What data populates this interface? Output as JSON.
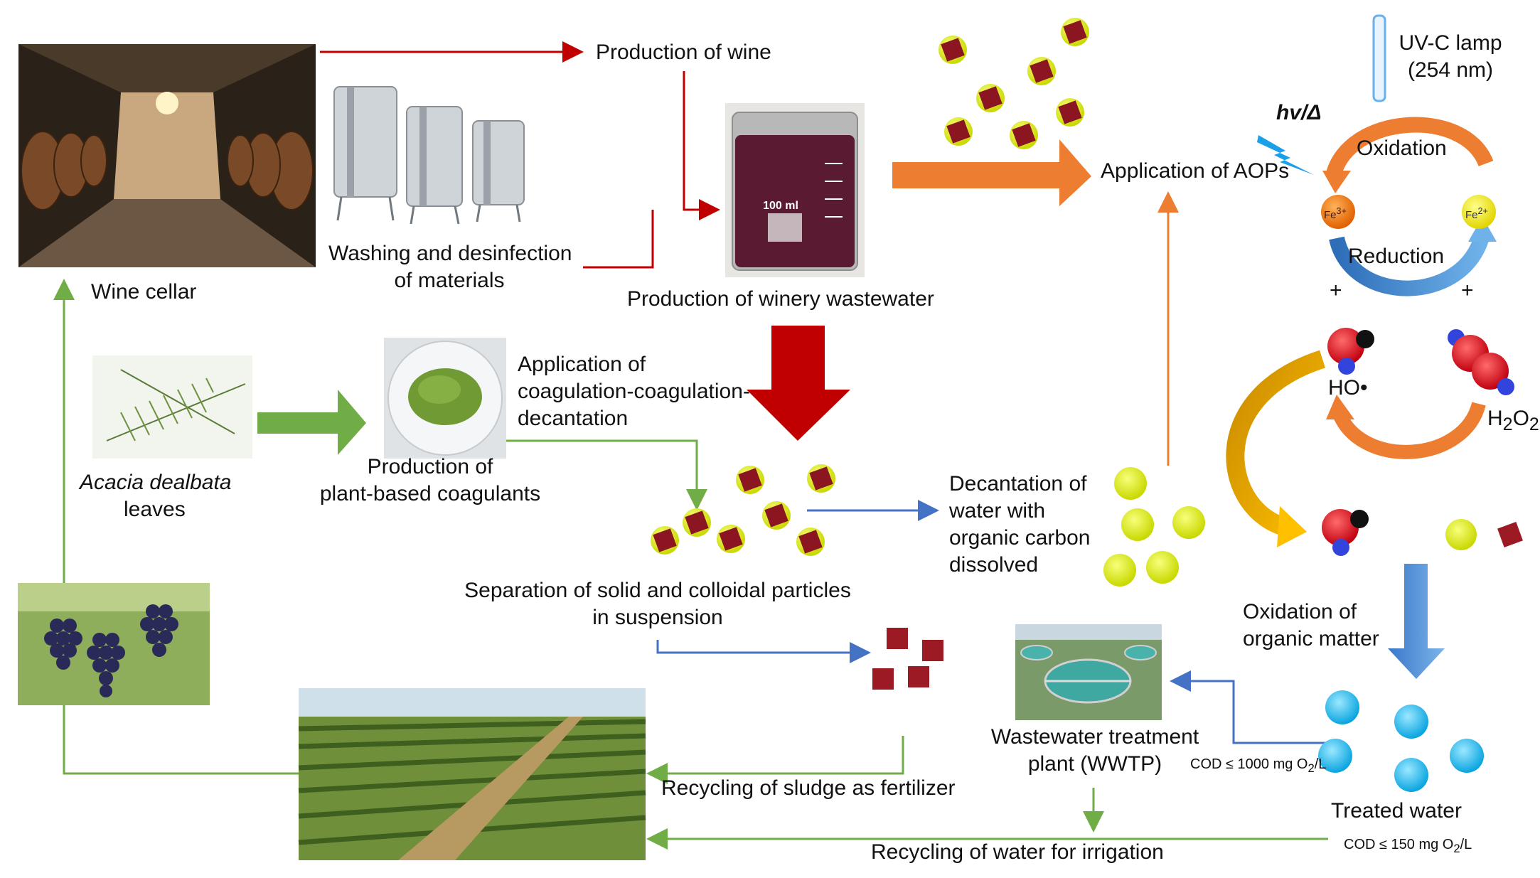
{
  "labels": {
    "production_of_wine": "Production of wine",
    "washing": [
      "Washing and desinfection",
      "of materials"
    ],
    "wine_cellar": "Wine cellar",
    "production_winery_wastewater": "Production of winery wastewater",
    "application_aops": "Application of AOPs",
    "uvc_lamp": [
      "UV-C lamp",
      "(254 nm)"
    ],
    "hv_delta": "hv/Δ",
    "oxidation": "Oxidation",
    "reduction": "Reduction",
    "fe3": "Fe3+",
    "fe2": "Fe2+",
    "plus": "+",
    "ho_radical": "HO•",
    "h2o2": "H2O2",
    "acacia": "Acacia dealbata",
    "leaves": "leaves",
    "plant_coagulants": [
      "Production of",
      "plant-based coagulants"
    ],
    "coagulation": [
      "Application of",
      "coagulation-coagulation-",
      "decantation"
    ],
    "decantation": [
      "Decantation of",
      "water with",
      "organic carbon",
      "dissolved"
    ],
    "separation": [
      "Separation of solid and colloidal particles",
      "in suspension"
    ],
    "oxidation_organic": [
      "Oxidation of",
      "organic matter"
    ],
    "wwtp": [
      "Wastewater treatment",
      "plant (WWTP)"
    ],
    "cod_1000": "COD ≤ 1000 mg O2/L",
    "treated_water": "Treated water",
    "cod_150": "COD ≤ 150 mg O2/L",
    "recycling_sludge": "Recycling of sludge as fertilizer",
    "recycling_water": "Recycling of water for irrigation",
    "beaker_text": "100 ml"
  },
  "colors": {
    "red_flow": "#c00000",
    "green_flow": "#70ad47",
    "blue_flow": "#4472c4",
    "orange_flow": "#ed7d31",
    "particle_yellow": "#e5f20a",
    "particle_red": "#8b1520",
    "water_blue": "#1fb8ee"
  },
  "icons": [
    "wine-cellar-photo",
    "steel-tanks-photo",
    "beaker-photo",
    "acacia-leaves-photo",
    "coagulant-powder-photo",
    "grapes-photo",
    "vineyard-photo",
    "wwtp-photo",
    "uv-lamp-icon",
    "lightning-icon"
  ]
}
